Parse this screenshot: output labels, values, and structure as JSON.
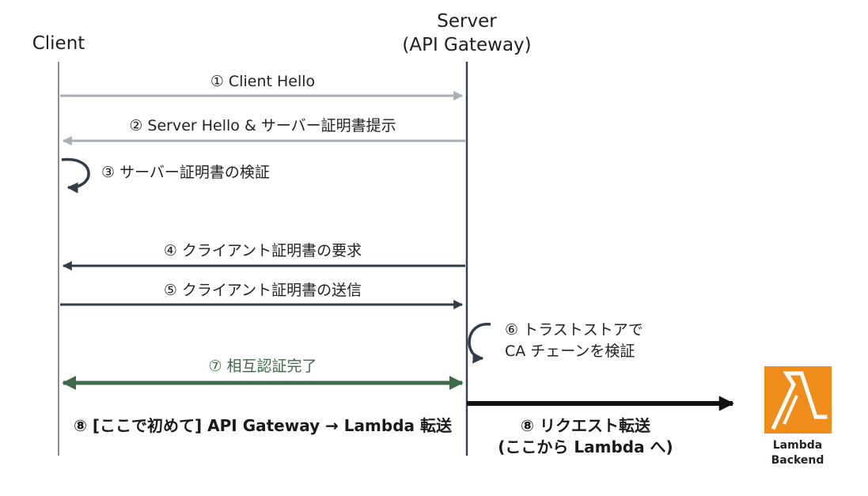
{
  "actors": {
    "client": "Client",
    "server_line1": "Server",
    "server_line2": "(API Gateway)"
  },
  "messages": {
    "m1": "① Client Hello",
    "m2": "② Server Hello & サーバー証明書提示",
    "m3": "③ サーバー証明書の検証",
    "m4": "④ クライアント証明書の要求",
    "m5": "⑤ クライアント証明書の送信",
    "m6_line1": "⑥ トラストストアで",
    "m6_line2": "CA チェーンを検証",
    "m7": "⑦ 相互認証完了",
    "m8_left": "⑧ [ここで初めて] API Gateway → Lambda 転送",
    "m8_right_line1": "⑧ リクエスト転送",
    "m8_right_line2": "(ここから Lambda へ)"
  },
  "lambda": {
    "label_line1": "Lambda",
    "label_line2": "Backend",
    "icon": "aws-lambda-icon"
  },
  "colors": {
    "lifeline": "#8a8f96",
    "server_lifeline": "#3a4450",
    "light_arrow": "#a9aeb5",
    "dark_arrow": "#333d48",
    "mutual_auth": "#3d6a48",
    "forward_arrow": "#111111",
    "lambda_orange": "#f08c1a"
  }
}
